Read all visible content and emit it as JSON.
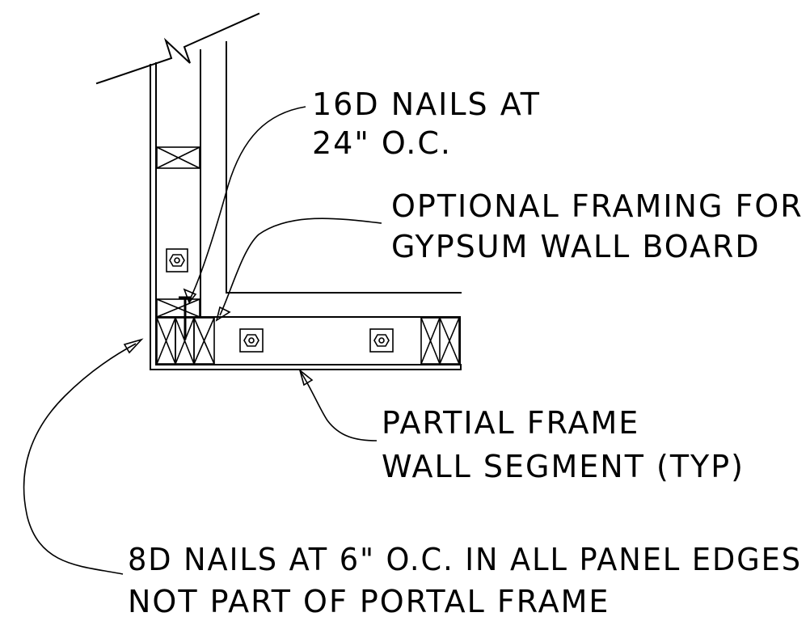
{
  "callouts": {
    "nails_16d": {
      "line1": "16D NAILS AT",
      "line2": "24\" O.C."
    },
    "optional_framing": {
      "line1": "OPTIONAL FRAMING FOR",
      "line2": "GYPSUM WALL BOARD"
    },
    "partial_frame": {
      "line1": "PARTIAL FRAME",
      "line2": "WALL SEGMENT (TYP)"
    },
    "nails_8d": {
      "line1": "8D NAILS AT 6\" O.C. IN ALL PANEL EDGES",
      "line2": "NOT PART OF PORTAL FRAME"
    }
  }
}
